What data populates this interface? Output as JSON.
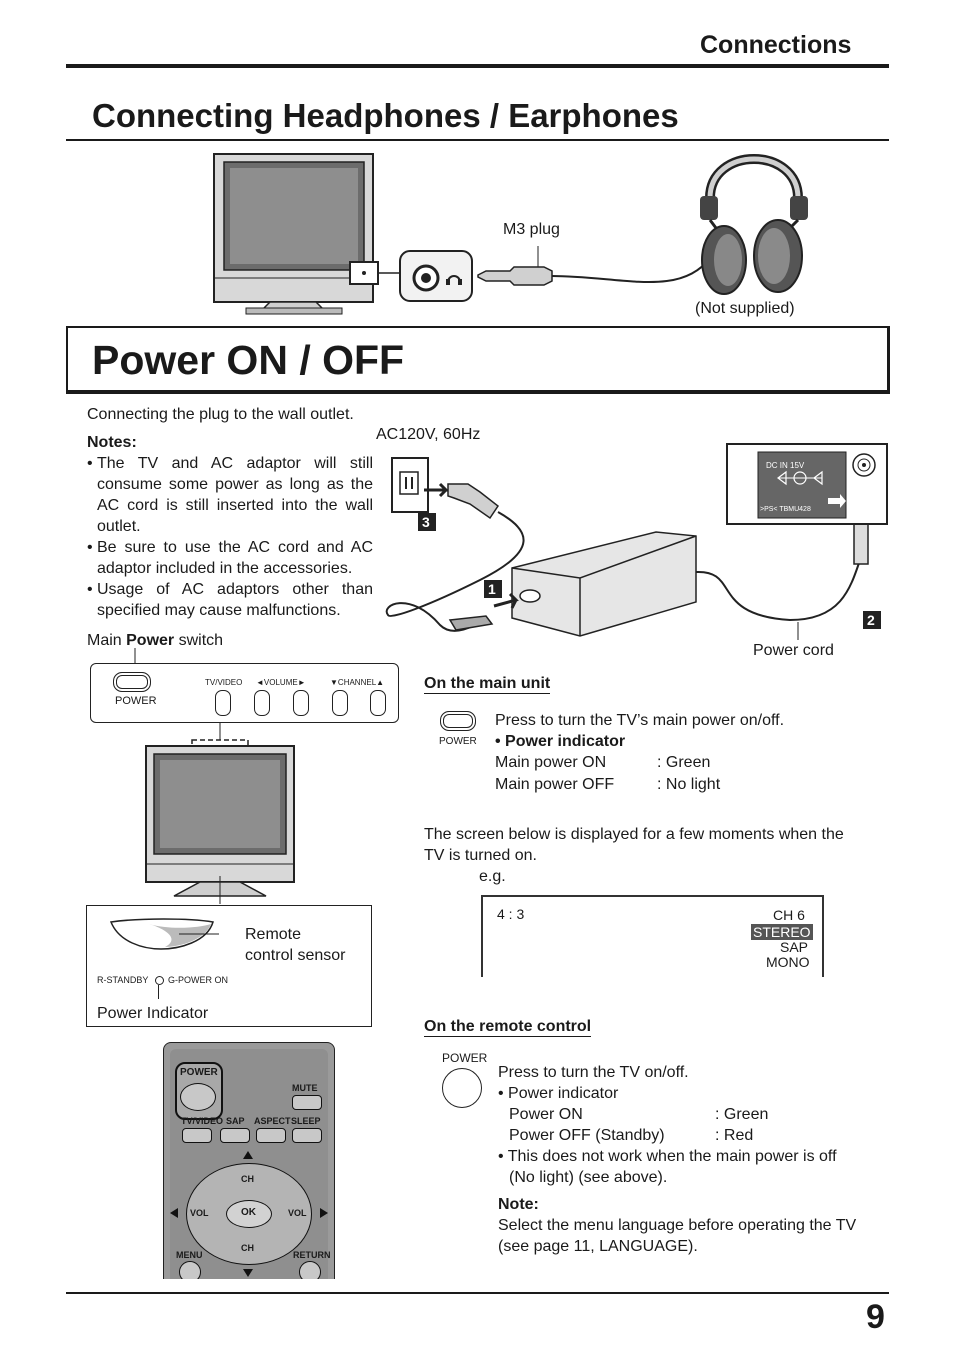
{
  "header": {
    "section": "Connections",
    "page_number": "9"
  },
  "headphones": {
    "title": "Connecting Headphones / Earphones",
    "plug_label": "M3 plug",
    "not_supplied": "(Not supplied)"
  },
  "power": {
    "title": "Power ON / OFF",
    "intro": "Connecting the plug to the wall outlet.",
    "ac_label": "AC120V, 60Hz",
    "notes_title": "Notes:",
    "notes": [
      "The TV and AC adaptor will still consume some power as long as the AC cord is still inserted into the wall outlet.",
      "Be sure to use the AC cord and AC adaptor included in the accessories.",
      "Usage of AC adaptors other than specified may cause malfunctions."
    ],
    "main_switch_prefix": "Main ",
    "main_switch_bold": "Power",
    "main_switch_suffix": " switch",
    "steps": [
      "3",
      "1",
      "2"
    ],
    "power_cord_label": "Power cord",
    "dc_label": "DC IN  15V",
    "adaptor_model": ">PS<  TBMU428"
  },
  "front_panel": {
    "power_label": "POWER",
    "tv_video": "TV/VIDEO",
    "volume": "◄VOLUME►",
    "channel": "▼CHANNEL▲",
    "sensor_label_1": "Remote",
    "sensor_label_2": "control sensor",
    "standby_text": "R-STANDBY",
    "power_on_text": "G-POWER ON",
    "indicator_label": "Power Indicator"
  },
  "main_unit": {
    "heading": "On the main unit",
    "icon_label": "POWER",
    "line1": "Press to turn the TV’s main power on/off.",
    "indicator_title": "• Power indicator",
    "on_label": "Main power ON",
    "on_value": ": Green",
    "off_label": "Main power OFF",
    "off_value": ": No light",
    "screen_note_1": "The screen below is displayed for a few moments when the",
    "screen_note_2": "TV is turned on.",
    "eg": "e.g."
  },
  "osd": {
    "aspect": "4 : 3",
    "channel": "CH 6",
    "stereo": "STEREO",
    "sap": "SAP",
    "mono": "MONO"
  },
  "remote": {
    "heading": "On the remote control",
    "icon_label": "POWER",
    "line1": "Press to turn the TV on/off.",
    "indicator_title": "• Power indicator",
    "on_label": "Power ON",
    "on_value": ": Green",
    "off_label": "Power OFF (Standby)",
    "off_value": ": Red",
    "bullet2_1": "• This does not work when the main power is off",
    "bullet2_2": "(No light) (see above).",
    "note_title": "Note:",
    "note_1": "Select the menu language before operating the TV",
    "note_2": "(see page 11, LANGUAGE).",
    "buttons": {
      "power": "POWER",
      "mute": "MUTE",
      "tv_video": "TV/VIDEO",
      "sap": "SAP",
      "aspect": "ASPECT",
      "sleep": "SLEEP",
      "ch": "CH",
      "vol": "VOL",
      "ok": "OK",
      "menu": "MENU",
      "return": "RETURN"
    }
  }
}
